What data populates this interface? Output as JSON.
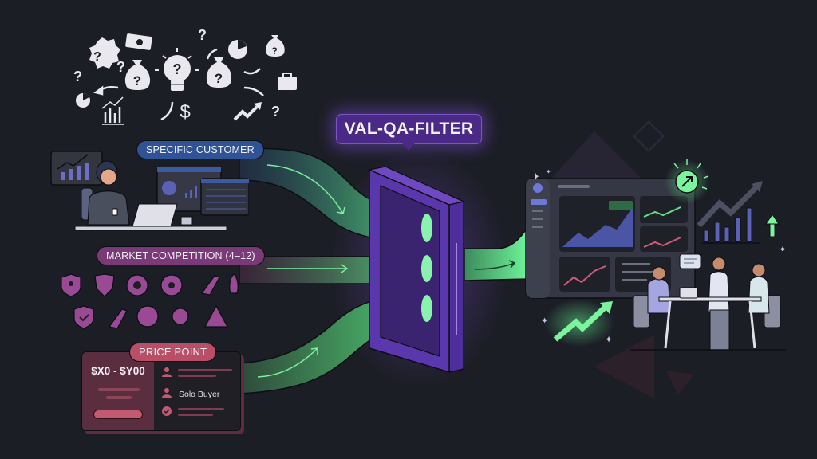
{
  "diagram": {
    "title": "VAL-QA-FILTER",
    "inputs": [
      {
        "label": "SPECIFIC CUSTOMER",
        "color": "#2f5394"
      },
      {
        "label": "MARKET COMPETITION (4–12)",
        "color": "#7a3a78"
      },
      {
        "label": "PRICE POINT",
        "color": "#b84f67"
      }
    ],
    "price_card": {
      "range": "$X0 - $Y00",
      "buyer": "Solo Buyer"
    },
    "brainstorm_icons": [
      "question-badge-icon",
      "money-bill-icon",
      "question-mark-icon",
      "lightbulb-question-icon",
      "arrow-icon",
      "pie-chart-icon",
      "money-bag-icon",
      "briefcase-icon",
      "dollar-icon",
      "trend-up-icon",
      "bar-chart-icon"
    ],
    "competitor_icons": [
      "shield-user-icon",
      "shield-wing-icon",
      "donut-logo-icon",
      "rocket-circle-icon",
      "rocket-icon",
      "rocket-upright-icon",
      "shield-check-icon",
      "rocket-small-icon",
      "triangle-circle-icon",
      "network-icon",
      "penrose-triangle-icon"
    ],
    "output": {
      "dashboard": "analytics-dashboard",
      "team": "team-meeting"
    },
    "colors": {
      "background": "#1c1e26",
      "flow_green": "#5fe38a",
      "filter_purple": "#5b34a3",
      "customer_blue": "#2f5394",
      "competition_purple": "#7a3a78",
      "price_rose": "#b84f67"
    }
  }
}
